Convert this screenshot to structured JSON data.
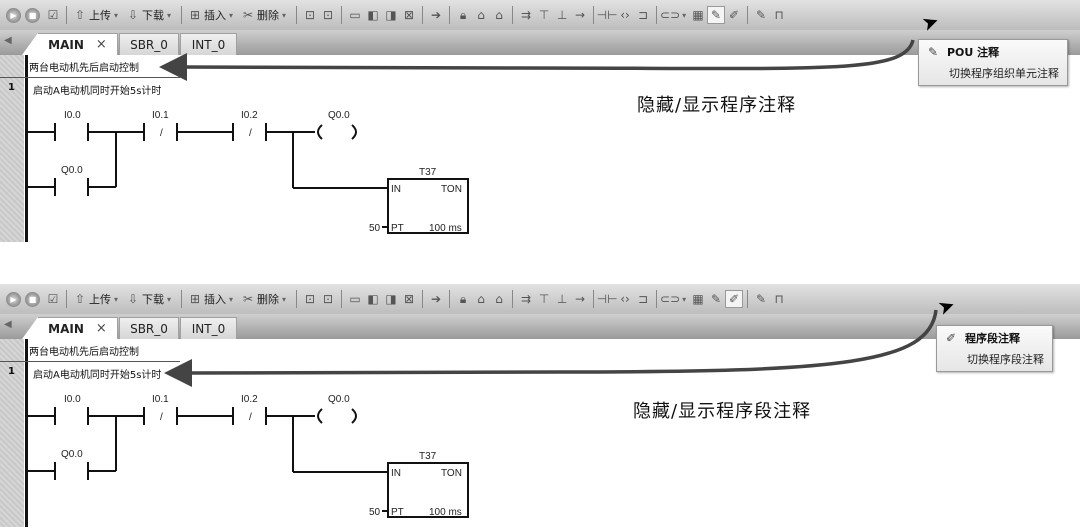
{
  "toolbar": {
    "items": [
      {
        "icon": "run-icon",
        "glyph": "▶"
      },
      {
        "icon": "stop-icon",
        "glyph": "■"
      },
      {
        "icon": "compile-icon",
        "glyph": "✔"
      },
      {
        "label": "上传",
        "icon": "upload-icon",
        "glyph": "⇧",
        "dropdown": true
      },
      {
        "label": "下载",
        "icon": "download-icon",
        "glyph": "⇩",
        "dropdown": true
      },
      {
        "label": "插入",
        "icon": "insert-icon",
        "glyph": "⊞",
        "dropdown": true
      },
      {
        "label": "删除",
        "icon": "delete-icon",
        "glyph": "✂",
        "dropdown": true
      }
    ],
    "tool_icons": [
      "network-view-icon",
      "network-view2-icon",
      "rectangle-icon",
      "bookmark-prev-icon",
      "bookmark-next-icon",
      "bookmark-clear-icon",
      "goto-icon",
      "lock-icon",
      "unlock-icon",
      "unlock-all-icon",
      "branch-down-icon",
      "line-down-icon",
      "line-up-icon",
      "line-right-icon",
      "contact-icon",
      "coil-icon",
      "box-icon",
      "tag-icon",
      "symbol-table-icon",
      "pou-comment-icon",
      "network-comment-icon",
      "properties-icon",
      "pou-properties-icon"
    ]
  },
  "tabs": [
    {
      "label": "MAIN",
      "active": true,
      "close": "×"
    },
    {
      "label": "SBR_0",
      "active": false
    },
    {
      "label": "INT_0",
      "active": false
    }
  ],
  "panels": [
    {
      "pou_comment": "两台电动机先后启动控制",
      "network": {
        "number": "1",
        "comment": "启动A电动机同时开始5s计时"
      },
      "annotation": "隐藏/显示程序注释",
      "tooltip": {
        "title": "POU 注释",
        "description": "切换程序组织单元注释"
      }
    },
    {
      "pou_comment": "两台电动机先后启动控制",
      "network": {
        "number": "1",
        "comment": "启动A电动机同时开始5s计时"
      },
      "annotation": "隐藏/显示程序段注释",
      "tooltip": {
        "title": "程序段注释",
        "description": "切换程序段注释"
      }
    }
  ],
  "ladder": {
    "contacts": [
      {
        "address": "I0.0",
        "type": "NO"
      },
      {
        "address": "Q0.0",
        "type": "NO"
      },
      {
        "address": "I0.1",
        "type": "NC",
        "mark": "/"
      },
      {
        "address": "I0.2",
        "type": "NC",
        "mark": "/"
      }
    ],
    "coil": {
      "address": "Q0.0"
    },
    "timer": {
      "name": "T37",
      "type": "TON",
      "in": "IN",
      "pt_label": "PT",
      "pt_value": "50",
      "base": "100 ms"
    }
  }
}
